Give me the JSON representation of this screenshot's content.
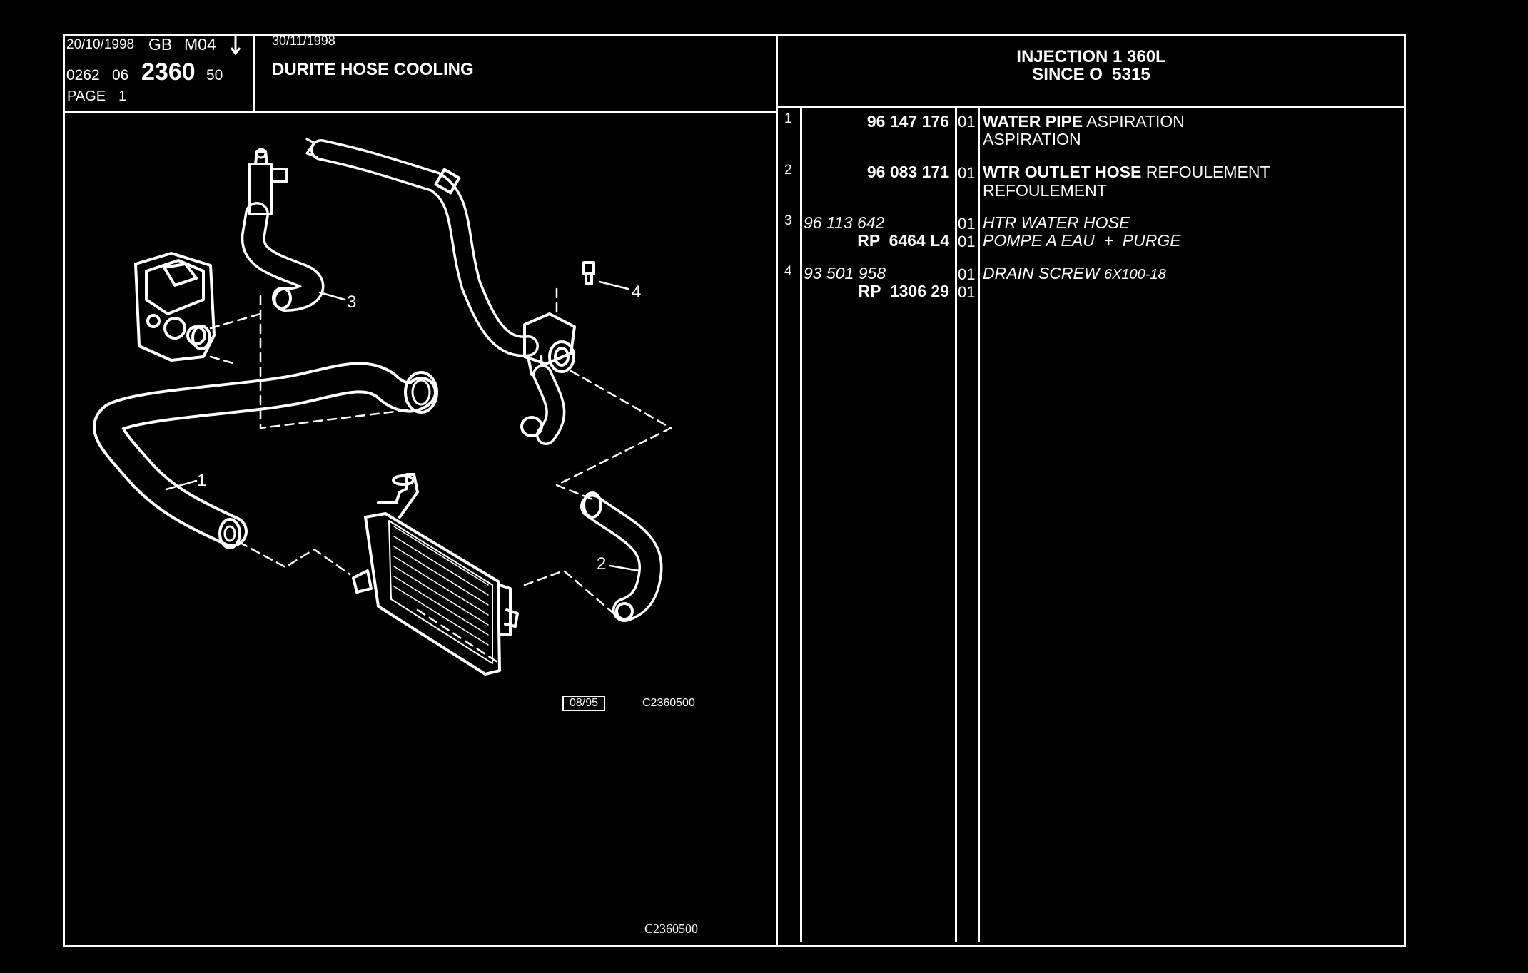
{
  "header": {
    "date1": "20/10/1998",
    "lang_code": "GB",
    "model_code": "M04",
    "arrow_icon": "down-arrow-icon",
    "ref_a": "0262",
    "ref_b": "06",
    "ref_main": "2360",
    "ref_c": "50",
    "page_label": "PAGE",
    "page_number": "1",
    "date2": "30/11/1998",
    "title": "DURITE HOSE COOLING",
    "engine_line1": "INJECTION 1 360L",
    "engine_line2": "SINCE O  5315"
  },
  "parts": [
    {
      "num": "1",
      "ref1": "96 147 176",
      "ref2": "",
      "qty1": "01",
      "qty2": "",
      "name_bold": "WATER PIPE",
      "name_extra": "ASPIRATION",
      "line2": "ASPIRATION"
    },
    {
      "num": "2",
      "ref1": "96 083 171",
      "ref2": "",
      "qty1": "01",
      "qty2": "",
      "name_bold": "WTR OUTLET HOSE",
      "name_extra": "REFOULEMENT",
      "line2": "REFOULEMENT"
    },
    {
      "num": "3",
      "ref1": "96 113 642",
      "ref2": "RP  6464 L4",
      "qty1": "01",
      "qty2": "01",
      "name_italic": "HTR WATER HOSE",
      "line2": "POMPE A EAU  +  PURGE"
    },
    {
      "num": "4",
      "ref1": "93 501 958",
      "ref2": "RP  1306 29",
      "qty1": "01",
      "qty2": "01",
      "name_italic": "DRAIN SCREW",
      "name_small": "6X100-18",
      "line2": ""
    }
  ],
  "diagram": {
    "callouts": [
      "1",
      "2",
      "3",
      "4"
    ],
    "stamp_date": "08/95",
    "figure_code": "C2360500",
    "footer_code": "C2360500"
  },
  "colors": {
    "background": "#000000",
    "foreground": "#ffffff"
  }
}
